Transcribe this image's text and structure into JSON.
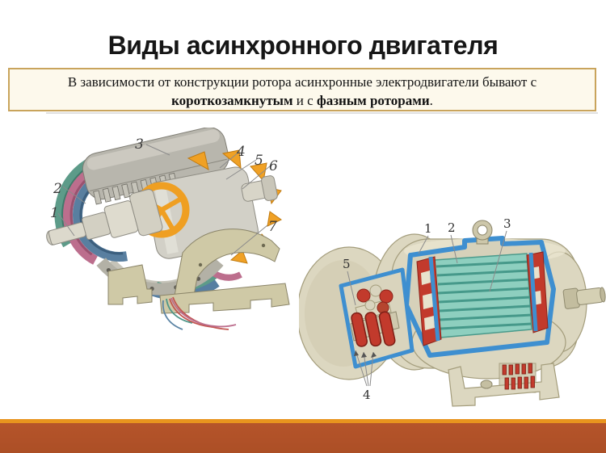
{
  "slide": {
    "title": "Виды асинхронного двигателя",
    "background": "#ffffff",
    "accent_bar": {
      "light_color": "#E8941E",
      "dark_color": "#B5542A"
    }
  },
  "info_box": {
    "border_color": "#C9A45C",
    "background": "#FDF9EC",
    "line1": "В зависимости от конструкции ротора асинхронные электродвигатели бывают с",
    "line2_parts": [
      {
        "text": "короткозамкнутым",
        "bold": true
      },
      {
        "text": " и с ",
        "bold": false
      },
      {
        "text": "фазным роторами",
        "bold": true
      },
      {
        "text": ".",
        "bold": false
      }
    ]
  },
  "figures": [
    {
      "name": "squirrel-cage-motor-cutaway",
      "labels": [
        "1",
        "2",
        "3",
        "4",
        "5",
        "6",
        "7"
      ]
    },
    {
      "name": "wound-rotor-motor-cutaway",
      "labels": [
        "1",
        "2",
        "3",
        "4",
        "5"
      ]
    }
  ]
}
